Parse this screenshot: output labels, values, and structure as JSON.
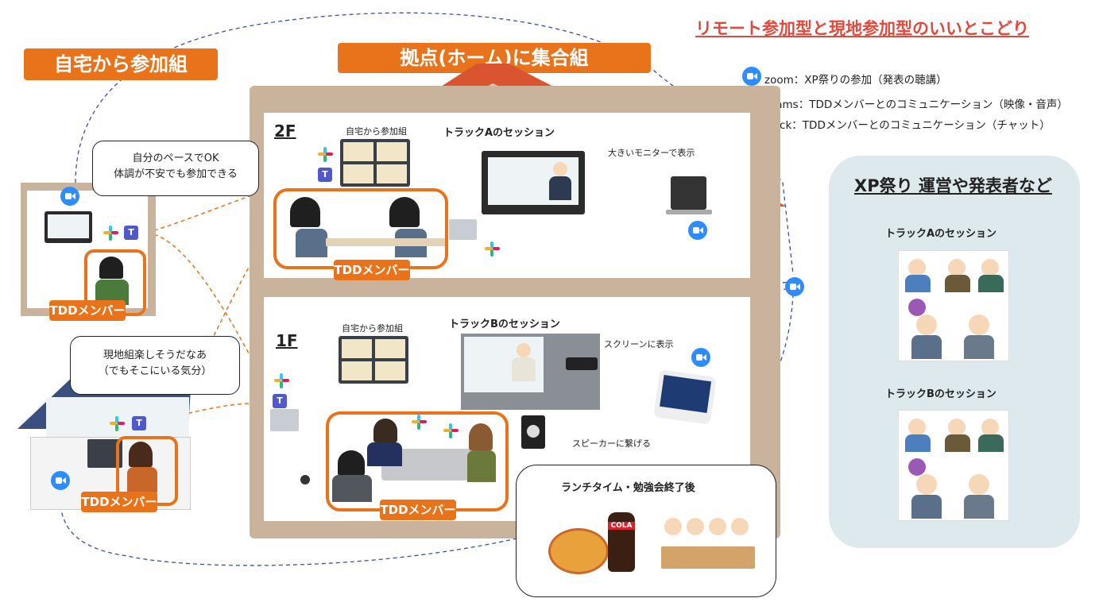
{
  "headline": "リモート参加型と現地参加型のいいとこどり",
  "home_group_title": "自宅から参加組",
  "base_group_title": "拠点(ホーム)に集合組",
  "legend": [
    {
      "icon": "zoom-icon",
      "text": "zoom：XP祭りの参加（発表の聴講）"
    },
    {
      "icon": "teams-icon",
      "text": "Teams：TDDメンバーとのコミュニケーション（映像・音声）"
    },
    {
      "icon": "slack-icon",
      "text": "slack：TDDメンバーとのコミュニケーション（チャット）"
    }
  ],
  "bubble_top": {
    "line1": "自分のペースでOK",
    "line2": "体調が不安でも参加できる"
  },
  "bubble_bottom": {
    "line1": "現地組楽しそうだなあ",
    "line2": "（でもそこにいる気分）"
  },
  "member_label": "TDDメンバー",
  "floor2": {
    "label": "2F",
    "home_label": "自宅から参加組",
    "session_title": "トラックAのセッション",
    "monitor_note": "大きいモニターで表示"
  },
  "floor1": {
    "label": "1F",
    "home_label": "自宅から参加組",
    "session_title": "トラックBのセッション",
    "screen_note": "スクリーンに表示",
    "speaker_note": "スピーカーに繋げる"
  },
  "lunch_title": "ランチタイム・勉強会終了後",
  "cola_text": "COLA",
  "xp_panel": {
    "title": "XP祭り 運営や発表者など",
    "track_a": "トラックAのセッション",
    "track_b": "トラックBのセッション"
  },
  "colors": {
    "accent": "#e8731a",
    "roof": "#d9542f",
    "zoom": "#2d8cff",
    "teams": "#5059c9",
    "panel": "#dde9ec"
  }
}
